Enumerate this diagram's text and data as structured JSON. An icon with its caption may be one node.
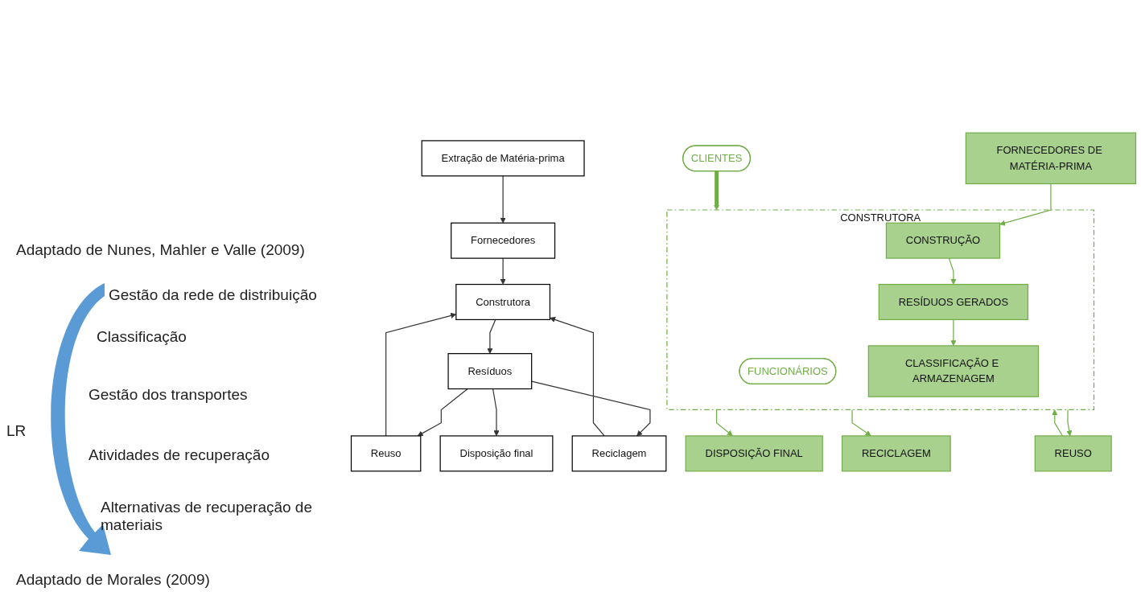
{
  "diagram": {
    "nodes": [
      {
        "text": [
          "Extração de Matéria-prima"
        ]
      },
      {
        "text": [
          "Fornecedores"
        ]
      },
      {
        "text": [
          "Construtora"
        ]
      },
      {
        "text": [
          "Resíduos"
        ]
      },
      {
        "text": [
          "Reuso"
        ]
      },
      {
        "text": [
          "Reciclagem"
        ]
      },
      {
        "text": [
          "Disposição final"
        ]
      },
      {
        "text": [
          "FORNECEDORES DE MATÉRIA-PRIMA"
        ]
      },
      {
        "text": [
          "CONSTRUTORA"
        ]
      },
      {
        "text": [
          "CONSTRUÇÃO"
        ],
        "in": 8
      },
      {
        "text": [
          "RESÍDUOS GERADOS"
        ],
        "in": 8
      },
      {
        "text": [
          "CLASSIFICAÇÃO E ARMAZENAGEM"
        ],
        "in": 8
      },
      {
        "text": [
          "FUNCIONÁRIOS"
        ],
        "in": 8
      },
      {
        "text": [
          "CLIENTES"
        ]
      },
      {
        "text": [
          "DISPOSIÇÃO FINAL"
        ]
      },
      {
        "text": [
          "REUSO"
        ]
      },
      {
        "text": [
          "RECICLAGEM"
        ]
      }
    ],
    "edges": [
      {
        "from": 0,
        "to": 1,
        "arrow": "to"
      },
      {
        "from": 1,
        "to": 2,
        "arrow": "to"
      },
      {
        "from": 2,
        "to": 3,
        "arrow": "to"
      },
      {
        "from": 4,
        "to": 2,
        "arrow": "to"
      },
      {
        "from": 5,
        "to": 2,
        "arrow": "to"
      },
      {
        "from": 3,
        "to": 4,
        "arrow": "to"
      },
      {
        "from": 3,
        "to": 5,
        "arrow": "to"
      },
      {
        "from": 3,
        "to": 6,
        "arrow": "to"
      },
      {
        "from": 7,
        "to": 9,
        "arrow": "to",
        "color": "#70ad47"
      },
      {
        "from": 9,
        "to": 10,
        "arrow": "to",
        "color": "#70ad47"
      },
      {
        "from": 10,
        "to": 11,
        "arrow": "to",
        "color": "#70ad47"
      },
      {
        "from": 13,
        "to": 8,
        "arrow": "to",
        "style": "thick",
        "color": "#70ad47"
      },
      {
        "from": 8,
        "to": 14,
        "arrow": "to",
        "color": "#70ad47"
      },
      {
        "from": 8,
        "to": 15,
        "arrow": "to",
        "color": "#70ad47"
      },
      {
        "from": 8,
        "to": 16,
        "arrow": "to",
        "color": "#70ad47"
      },
      {
        "from": 15,
        "to": 8,
        "arrow": "to",
        "color": "#70ad47"
      }
    ],
    "labels": [
      "Adaptado de Nunes, Mahler e Valle (2009)",
      "Gestão da rede de distribuição",
      "Classificação",
      "Gestão dos transportes",
      "LR",
      "Atividades de recuperação",
      "Alternativas de recuperação de materiais",
      "Adaptado de Morales (2009)"
    ]
  }
}
